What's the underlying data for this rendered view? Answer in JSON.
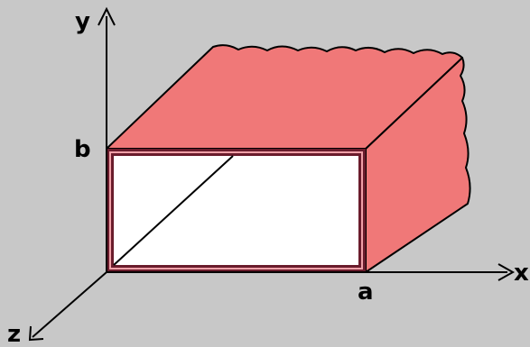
{
  "diagram": {
    "axes": {
      "x_label": "x",
      "y_label": "y",
      "z_label": "z"
    },
    "points": {
      "width_label": "a",
      "height_label": "b"
    },
    "colors": {
      "background": "#c8c8c8",
      "wall_fill": "#f07878",
      "wall_stroke": "#000000",
      "opening_fill": "#ffffff",
      "frame": "#6a1c2c"
    }
  }
}
